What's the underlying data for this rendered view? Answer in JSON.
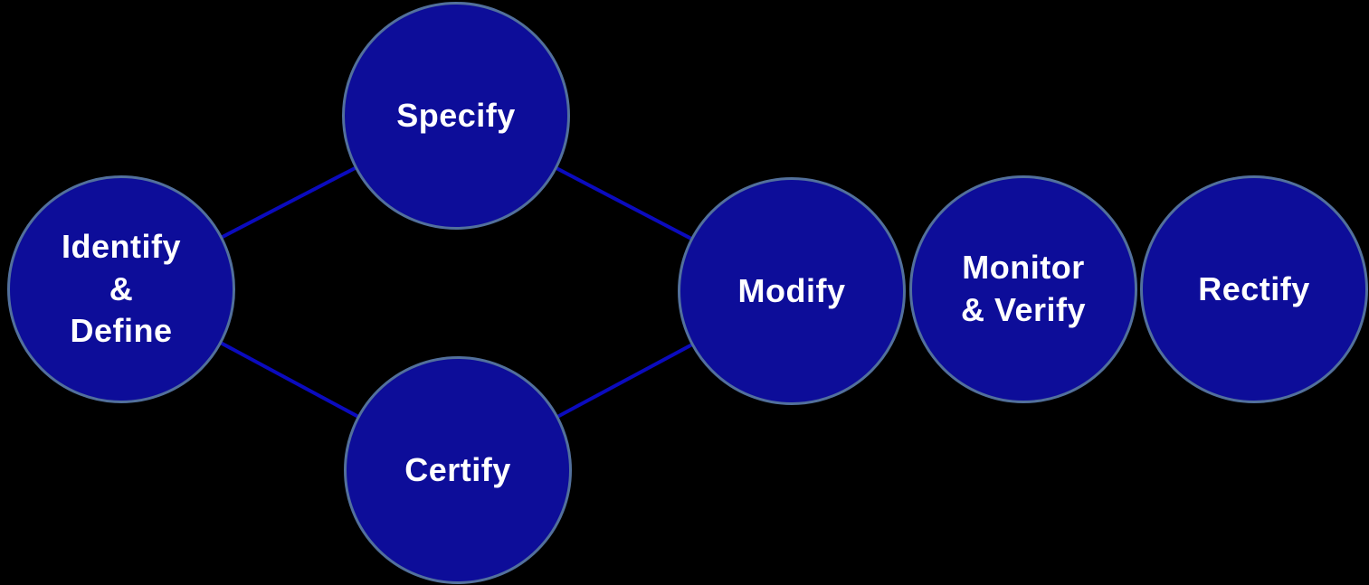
{
  "diagram": {
    "type": "process-flow",
    "colors": {
      "background": "#000000",
      "node_fill": "#0d0d99",
      "node_border": "#52709c",
      "connector": "#0b0bbe",
      "text": "#ffffff"
    },
    "nodes": [
      {
        "id": "identify-define",
        "label": "Identify\n&\nDefine"
      },
      {
        "id": "specify",
        "label": "Specify"
      },
      {
        "id": "certify",
        "label": "Certify"
      },
      {
        "id": "modify",
        "label": "Modify"
      },
      {
        "id": "monitor-verify",
        "label": "Monitor\n& Verify"
      },
      {
        "id": "rectify",
        "label": "Rectify"
      }
    ],
    "edges": [
      {
        "from": "identify-define",
        "to": "specify"
      },
      {
        "from": "identify-define",
        "to": "certify"
      },
      {
        "from": "specify",
        "to": "modify"
      },
      {
        "from": "certify",
        "to": "modify"
      }
    ]
  }
}
